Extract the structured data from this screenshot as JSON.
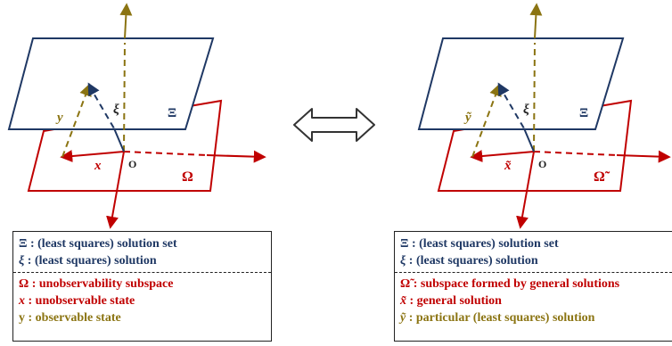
{
  "colors": {
    "blue": "#1f3864",
    "red": "#c00000",
    "olive": "#8b7412",
    "black": "#222222"
  },
  "left": {
    "plane_top_label": "Ξ",
    "plane_bottom_label": "Ω",
    "origin_label": "O",
    "vec_xi_label": "ξ",
    "vec_x_label": "x",
    "vec_y_label": "y",
    "legend": {
      "upper": [
        {
          "sym": "Ξ",
          "text": " : (least squares) solution set"
        },
        {
          "sym": "ξ",
          "text": " : (least squares) solution"
        }
      ],
      "lower": [
        {
          "sym": "Ω",
          "text": " : unobservability subspace"
        },
        {
          "sym": "x",
          "text": " : unobservable state"
        },
        {
          "sym": "y",
          "text": " : observable state"
        }
      ]
    }
  },
  "right": {
    "plane_top_label": "Ξ",
    "plane_bottom_label": "Ω̃",
    "origin_label": "O",
    "vec_xi_label": "ξ",
    "vec_x_label": "x̃",
    "vec_y_label": "ỹ",
    "legend": {
      "upper": [
        {
          "sym": "Ξ",
          "text": " : (least squares) solution set"
        },
        {
          "sym": "ξ",
          "text": " : (least squares) solution"
        }
      ],
      "lower": [
        {
          "sym": "Ω̃",
          "text": " : subspace formed by general solutions"
        },
        {
          "sym": "x̃",
          "text": " : general solution"
        },
        {
          "sym": "ỹ",
          "text": " : particular (least squares) solution"
        }
      ]
    }
  },
  "center_arrow": "double-arrow-icon"
}
